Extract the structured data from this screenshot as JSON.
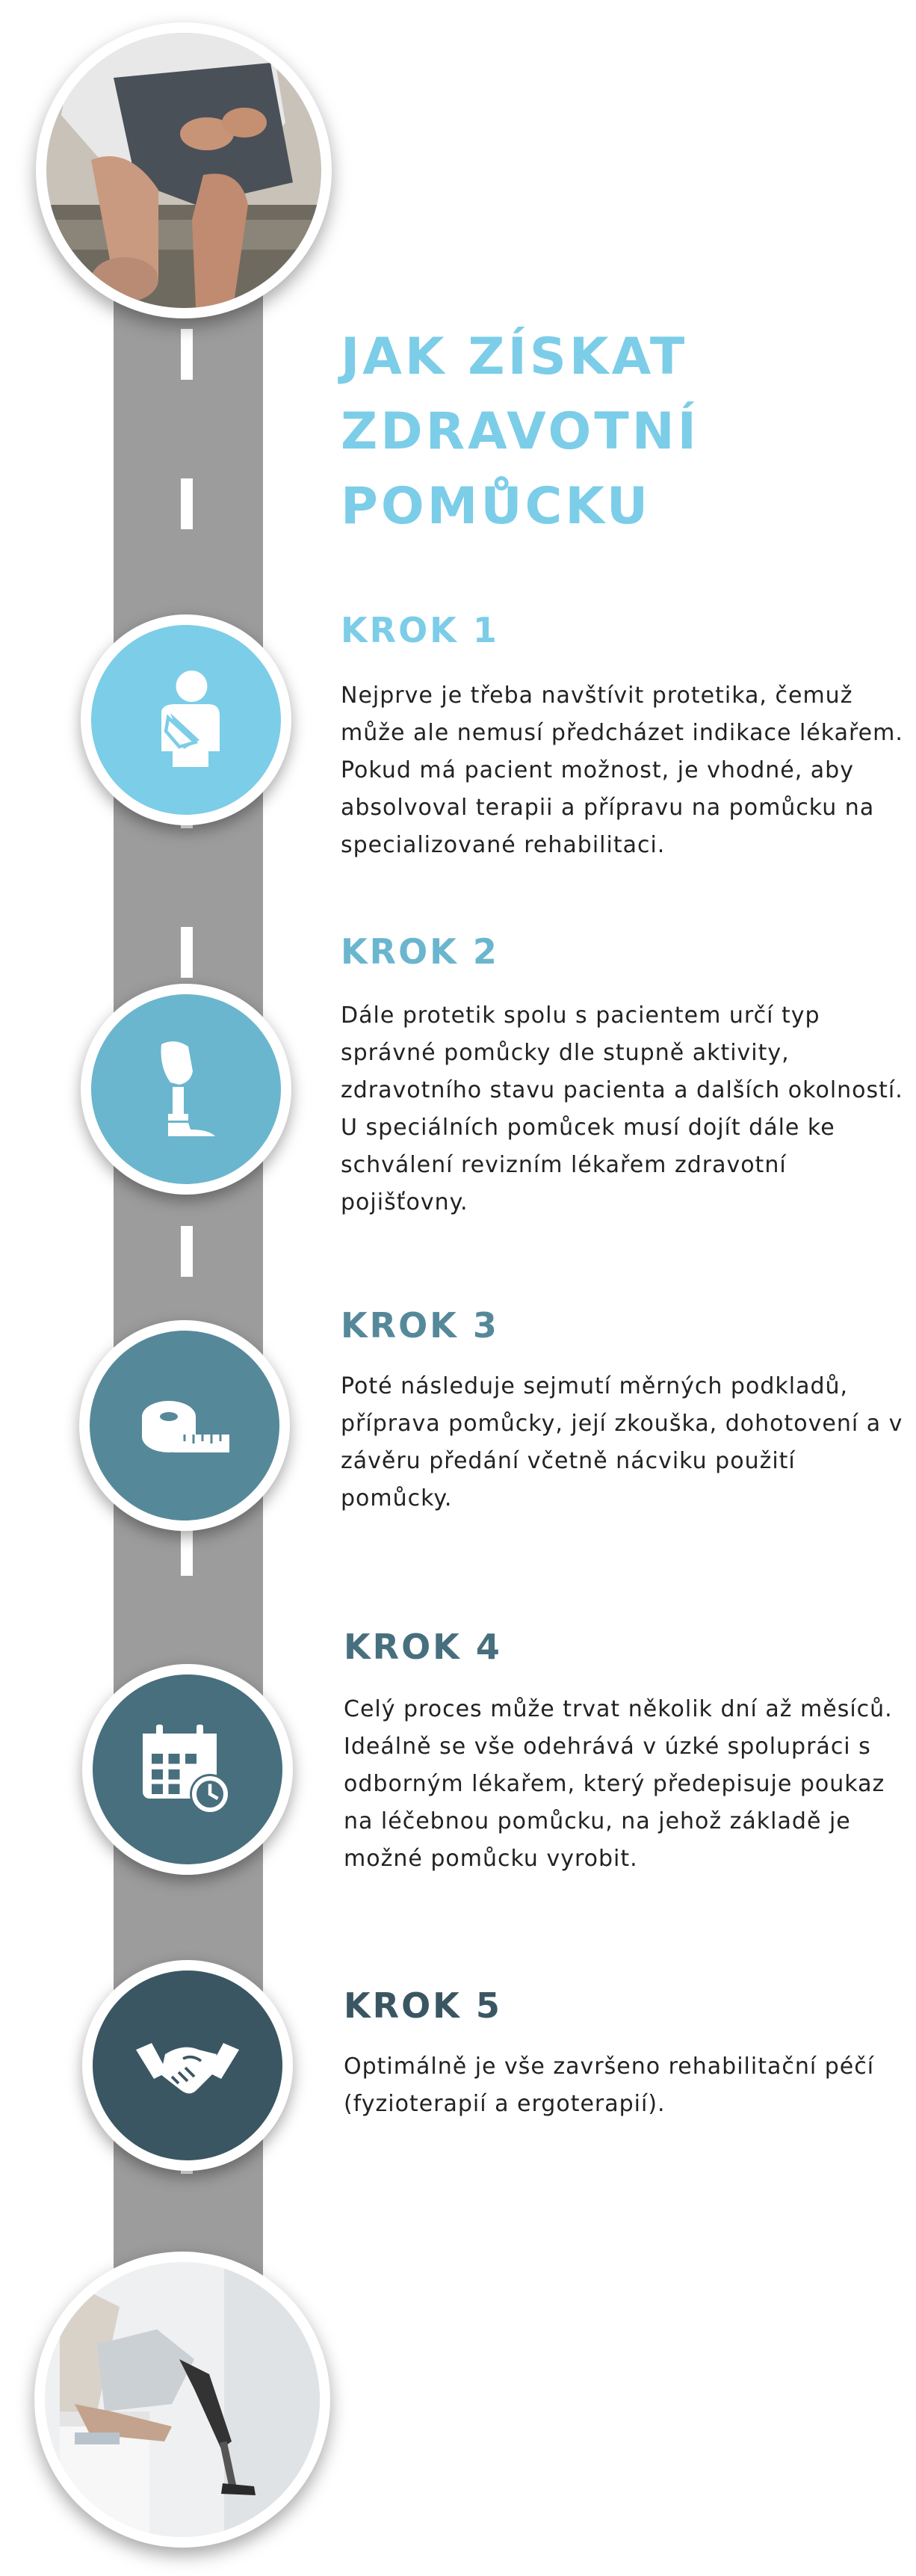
{
  "title_lines": [
    "JAK ZÍSKAT",
    "ZDRAVOTNÍ",
    "POMŮCKU"
  ],
  "colors": {
    "title": "#7ccde8",
    "step1": "#7ccde8",
    "step2": "#6ab6ce",
    "step3": "#55899a",
    "step4": "#476f7e",
    "step5": "#3a5662",
    "road": "#9c9c9c"
  },
  "images": {
    "top": "person-sitting-with-phone-photo",
    "bottom": "person-with-leg-prosthesis-photo"
  },
  "steps": [
    {
      "heading": "KROK 1",
      "icon": "patient-with-arm-sling-icon",
      "text": "Nejprve je třeba navštívit protetika, čemuž může ale nemusí předcházet indikace lékařem. Pokud má pacient možnost, je vhodné, aby absolvoval terapii a přípravu na pomůcku na specializované rehabilitaci."
    },
    {
      "heading": "KROK 2",
      "icon": "leg-prosthesis-icon",
      "text": "Dále protetik spolu s pacientem určí typ správné pomůcky dle stupně aktivity, zdravotního stavu pacienta a dalších okolností. U speciálních pomůcek musí dojít dále ke schválení revizním lékařem zdravotní pojišťovny."
    },
    {
      "heading": "KROK 3",
      "icon": "measuring-tape-icon",
      "text": "Poté následuje sejmutí měrných podkladů, příprava pomůcky, její zkouška, dohotovení a v závěru předání včetně nácviku použití pomůcky."
    },
    {
      "heading": "KROK 4",
      "icon": "calendar-clock-icon",
      "text": "Celý proces může trvat několik dní až měsíců. Ideálně se vše odehrává v úzké spolupráci s odborným lékařem, který předepisuje poukaz na léčebnou pomůcku, na jehož základě je možné pomůcku vyrobit."
    },
    {
      "heading": "KROK 5",
      "icon": "handshake-icon",
      "text": "Optimálně je vše završeno rehabilitační péčí (fyzioterapií a ergoterapií)."
    }
  ]
}
